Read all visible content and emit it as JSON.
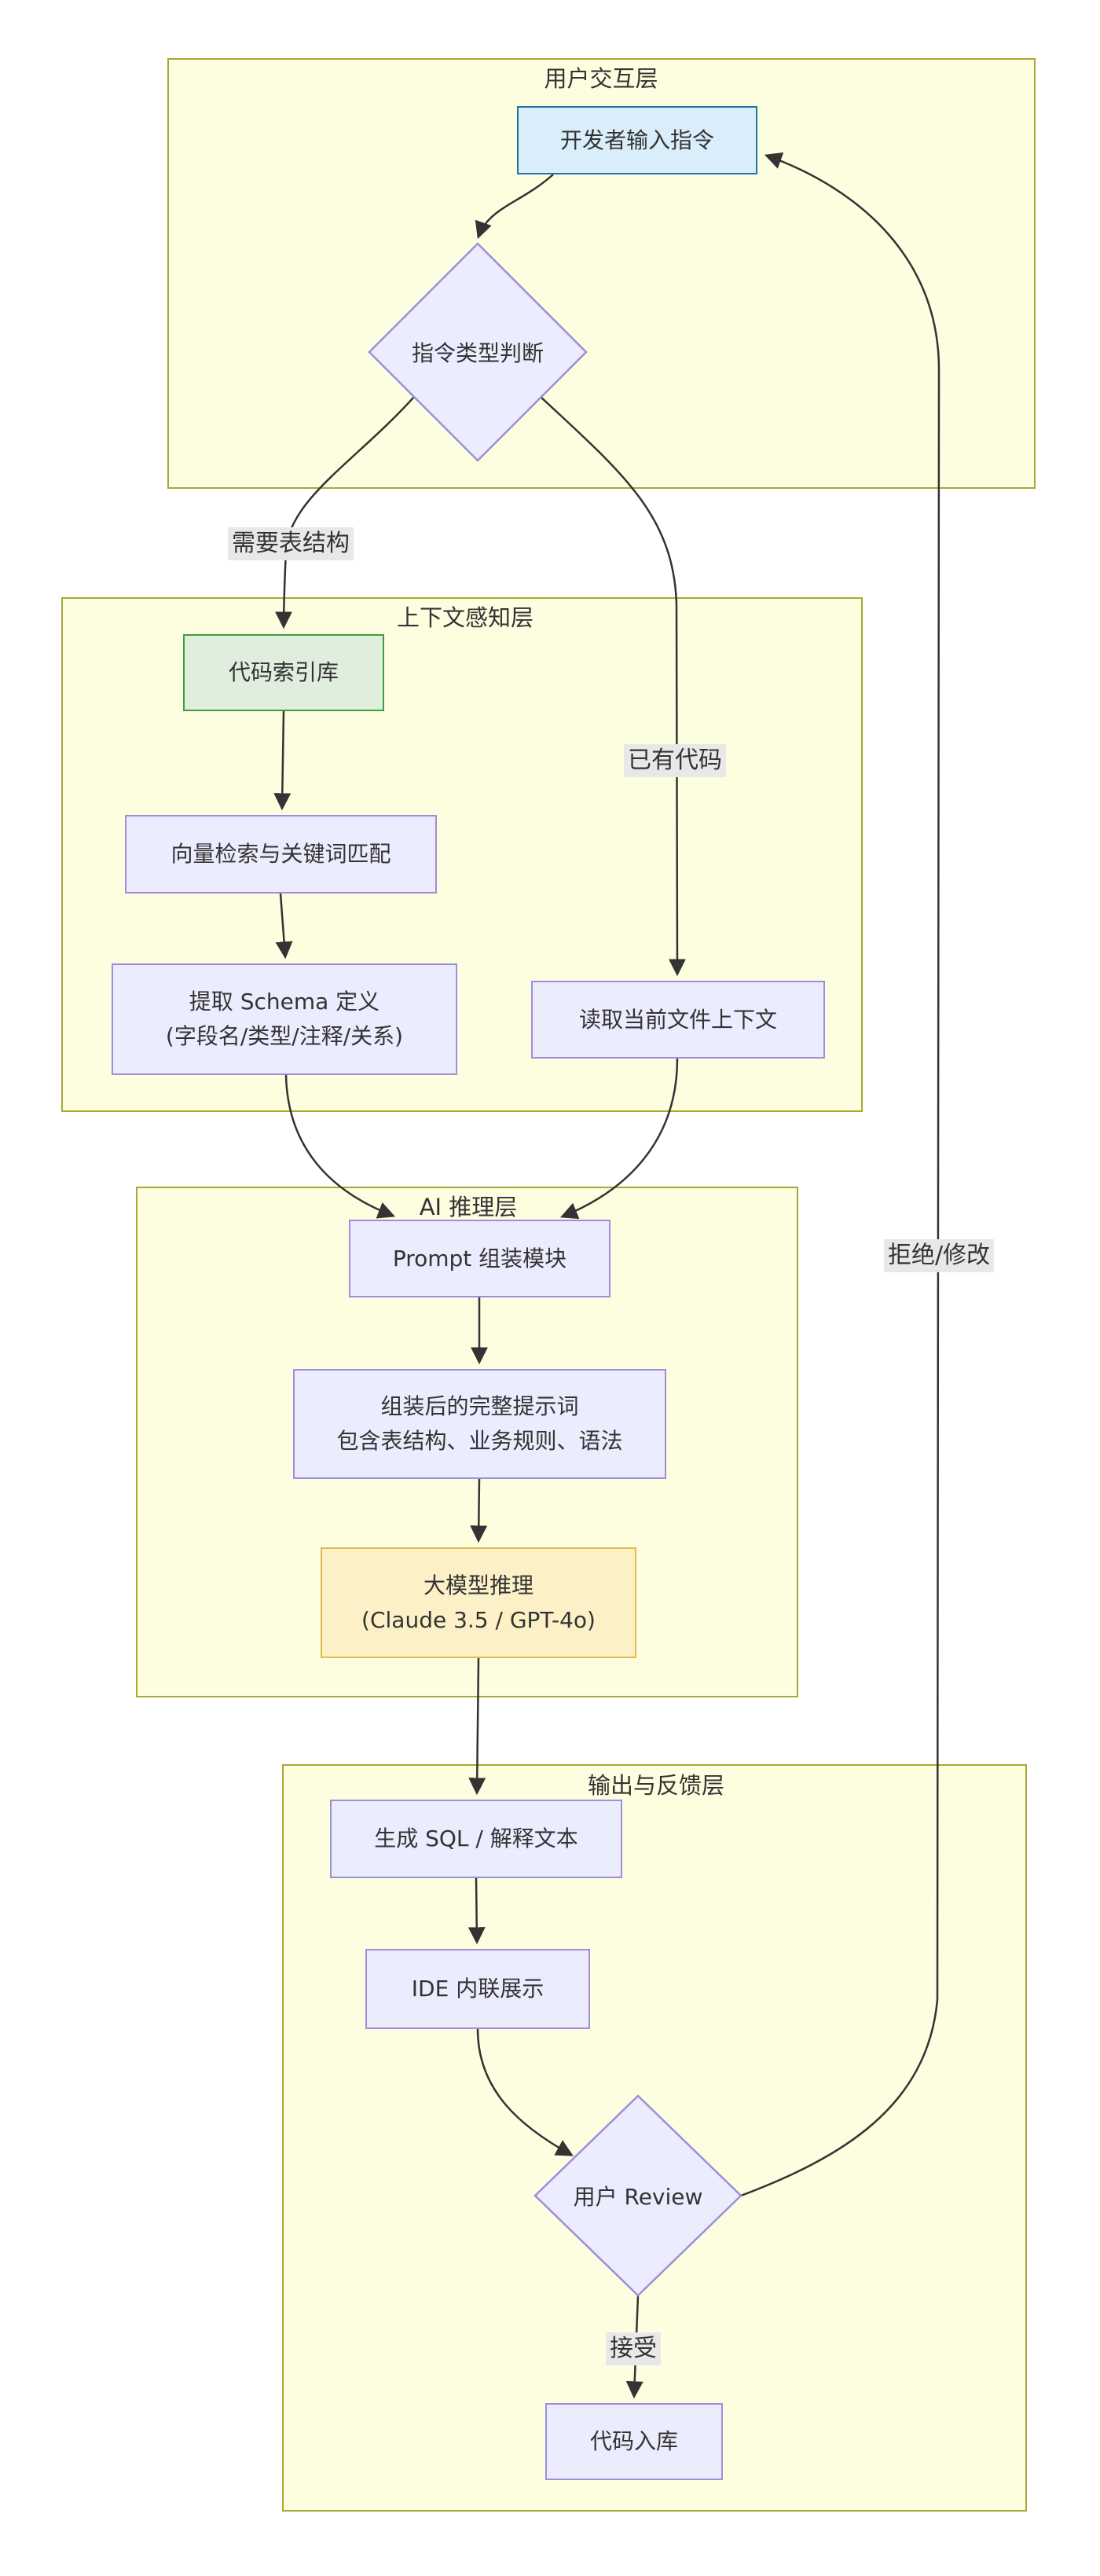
{
  "colors": {
    "layer-fill": "#fdfddf",
    "layer-border": "#a8a832",
    "node-fill": "#ececff",
    "node-border": "#9f8ddb",
    "cyan-fill": "#d9eefa",
    "cyan-border": "#2471a3",
    "green-fill": "#dfeedd",
    "green-border": "#3f9b3f",
    "yellow-fill": "#fbf0c6",
    "yellow-border": "#e1ba50",
    "edge": "#333333",
    "label-bg": "#e8e8e8",
    "text": "#333333"
  },
  "layers": [
    {
      "title": "用户交互层"
    },
    {
      "title": "上下文感知层"
    },
    {
      "title": "AI 推理层"
    },
    {
      "title": "输出与反馈层"
    }
  ],
  "nodes": {
    "dev_input": {
      "label": "开发者输入指令"
    },
    "instr_type": {
      "label": "指令类型判断"
    },
    "code_index": {
      "label": "代码索引库"
    },
    "vector_search": {
      "label": "向量检索与关键词匹配"
    },
    "extract_schema": {
      "line1": "提取 Schema 定义",
      "line2": "(字段名/类型/注释/关系)"
    },
    "read_context": {
      "label": "读取当前文件上下文"
    },
    "prompt_assembly": {
      "label": "Prompt 组装模块"
    },
    "full_prompt": {
      "line1": "组装后的完整提示词",
      "line2": "包含表结构、业务规则、语法"
    },
    "llm": {
      "line1": "大模型推理",
      "line2": "(Claude 3.5 / GPT-4o)"
    },
    "gen_sql": {
      "label": "生成 SQL / 解释文本"
    },
    "ide_display": {
      "label": "IDE 内联展示"
    },
    "user_review": {
      "label": "用户 Review"
    },
    "code_commit": {
      "label": "代码入库"
    }
  },
  "edge_labels": {
    "need_schema": "需要表结构",
    "has_code": "已有代码",
    "accept": "接受",
    "reject": "拒绝/修改"
  }
}
